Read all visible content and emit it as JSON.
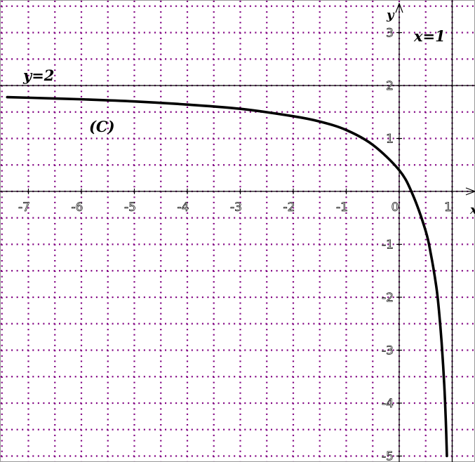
{
  "chart_data": {
    "type": "line",
    "x_axis_label": "x",
    "y_axis_label": "y",
    "xlim": [
      -7.4,
      1.4
    ],
    "ylim": [
      -5.1,
      3.5
    ],
    "x_ticks": [
      -7,
      -6,
      -5,
      -4,
      -3,
      -2,
      -1,
      0,
      1
    ],
    "x_tick_labels": [
      "-7",
      "-6",
      "-5",
      "-4",
      "-3",
      "-2",
      "-1",
      "0",
      "1"
    ],
    "y_ticks": [
      -5,
      -4,
      -3,
      -2,
      -1,
      1,
      2,
      3
    ],
    "y_tick_labels": [
      "-5",
      "-4",
      "-3",
      "-2",
      "-1",
      "1",
      "2",
      "3"
    ],
    "grid": "dotted, step 0.5",
    "grid_color": "#800080",
    "curve_color": "#000000",
    "asymptotes": [
      {
        "type": "horizontal",
        "value": 2,
        "label": "y=2"
      },
      {
        "type": "vertical",
        "value": 1,
        "label": "x=1"
      }
    ],
    "curve_label": "(C)",
    "series": [
      {
        "x": [
          -7.4,
          -7,
          -6,
          -5,
          -4,
          -3,
          -2,
          -1.5,
          -1,
          -0.5,
          0,
          0.25,
          0.5,
          0.6,
          0.7,
          0.75,
          0.8,
          0.85,
          0.88,
          0.9
        ],
        "y": [
          1.78,
          1.77,
          1.74,
          1.7,
          1.64,
          1.56,
          1.42,
          1.32,
          1.16,
          0.88,
          0.4,
          -0.05,
          -0.75,
          -1.2,
          -1.8,
          -2.25,
          -2.85,
          -3.65,
          -4.35,
          -5.0
        ]
      }
    ]
  }
}
